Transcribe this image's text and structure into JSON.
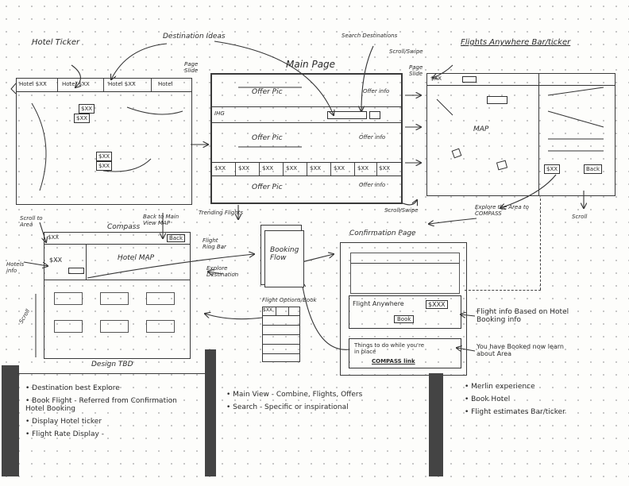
{
  "labels": {
    "hotel_ticker": "Hotel Ticker",
    "destination_ideas": "Destination Ideas",
    "search_destinations": "Search Destinations",
    "page_slide": "Page Slide",
    "main_page": "Main Page",
    "scroll_swipe": "Scroll/Swipe",
    "page_slide2": "Page Slide",
    "flights_anywhere": "Flights Anywhere Bar/ticker",
    "scroll_to_area": "Scroll to Area",
    "compass": "Compass",
    "back_to_main": "Back to Main View MAP",
    "trending_flights": "Trending Flights",
    "flight_ring_bar": "Flight Ring Bar",
    "hotels_info": "Hotels info",
    "explore_destination": "Explore Destination",
    "scroll_swipe2": "Scroll/Swipe",
    "explore_area": "Explore the Area to COMPASS",
    "scroll": "Scroll",
    "confirmation_page": "Confirmation Page",
    "scroll_left": "Scroll",
    "design_tbd": "Design TBD"
  },
  "hotel_ticker": {
    "tabs": [
      "Hotel $XX",
      "Hotel $XX",
      "Hotel $XX",
      "Hotel"
    ],
    "pins": [
      "$XX",
      "$XX",
      "$XX",
      "$XX"
    ]
  },
  "main_page": {
    "offer1": "Offer Pic",
    "offer_info": "Offer info",
    "ihg": "IHG",
    "offer2": "Offer Pic",
    "offer_info2": "Offer info",
    "tickers": [
      "$XX",
      "$XX",
      "$XX",
      "$XX",
      "$XX",
      "$XX",
      "$XX",
      "$XX"
    ],
    "offer3": "Offer Pic",
    "offer_info3": "Offer info"
  },
  "flights_page": {
    "price": "$XX",
    "map": "MAP",
    "btn1": "$XX",
    "btn2": "Back"
  },
  "hotel_map_page": {
    "price": "$XX",
    "back": "Back",
    "price2": "$XX",
    "map": "Hotel MAP"
  },
  "booking": {
    "flow": "Booking Flow",
    "flight_options": "Flight Options/Book",
    "cols": [
      "$XX",
      "",
      ""
    ]
  },
  "confirmation": {
    "flight": "Flight Anywhere",
    "price": "$XXX",
    "book": "Book",
    "things": "Things to do while you're in place",
    "link": "COMPASS link"
  },
  "notes": {
    "flight_info": "Flight info Based on Hotel Booking info",
    "booked": "You have Booked now learn about Area"
  },
  "bullets_left": [
    "Destination best Explore",
    "Book Flight - Referred from Confirmation Hotel Booking",
    "Display Hotel ticker",
    "Flight Rate Display -"
  ],
  "bullets_mid": [
    "Main View - Combine, Flights, Offers",
    "Search - Specific or inspirational"
  ],
  "bullets_right": [
    "Merlin experience",
    "Book Hotel",
    "Flight estimates Bar/ticker"
  ]
}
